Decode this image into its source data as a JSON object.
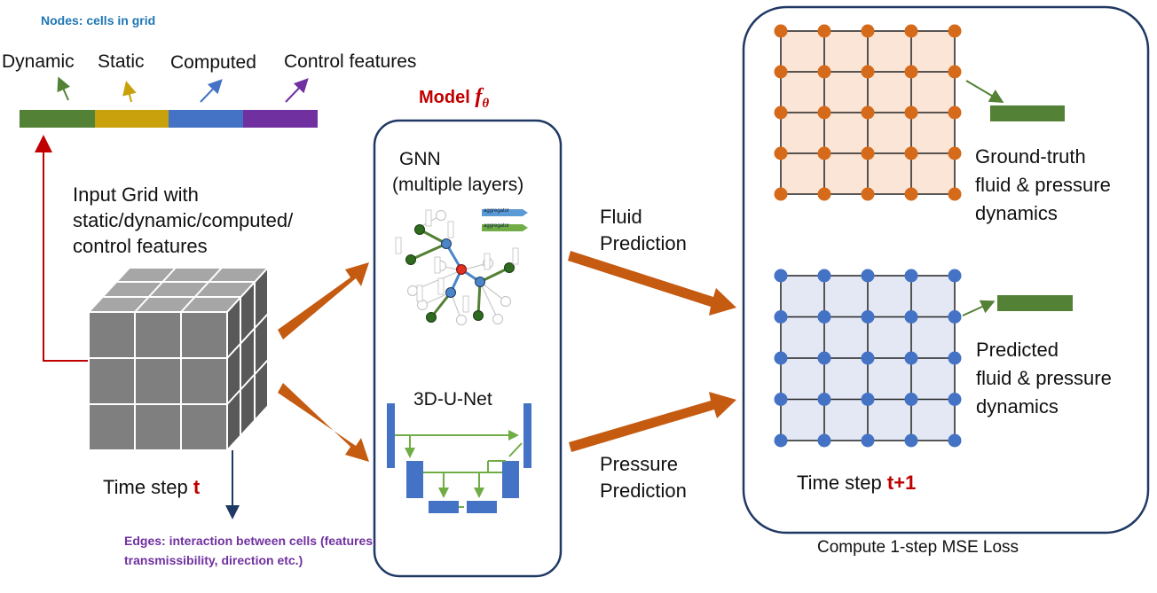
{
  "nodes_title": "Nodes: cells in grid",
  "feature_labels": {
    "dynamic": "Dynamic",
    "static": "Static",
    "computed": "Computed",
    "control": "Control features"
  },
  "feature_colors": {
    "dynamic": "#538135",
    "static": "#c9a10c",
    "computed": "#4472c4",
    "control": "#7030a0"
  },
  "input_grid_text": [
    "Input Grid with",
    "static/dynamic/computed/",
    "control features"
  ],
  "time_step_t": {
    "prefix": "Time step ",
    "value": "t"
  },
  "edges_text": "Edges: interaction between cells (features: transmissibility, direction etc.)",
  "model": {
    "title": "Model ",
    "symbol": "f",
    "subscript": "θ"
  },
  "gnn": {
    "line1": "GNN",
    "line2": "(multiple layers)",
    "aggregator": "aggregator"
  },
  "unet_label": "3D-U-Net",
  "fluid_prediction": [
    "Fluid",
    "Prediction"
  ],
  "pressure_prediction": [
    "Pressure",
    "Prediction"
  ],
  "ground_truth": [
    "Ground-truth",
    "fluid & pressure",
    "dynamics"
  ],
  "predicted": [
    "Predicted",
    "fluid & pressure",
    "dynamics"
  ],
  "time_step_t1": {
    "prefix": "Time step ",
    "value": "t+1"
  },
  "loss_text": "Compute 1-step MSE Loss",
  "colors": {
    "arrow_orange": "#c55a11",
    "red": "#c00000",
    "navy": "#1f3864",
    "gt_fill": "#fbe5d6",
    "gt_node": "#d46a1a",
    "pred_fill": "#e3e8f4",
    "pred_node": "#4472c4",
    "bar_green": "#538135"
  }
}
